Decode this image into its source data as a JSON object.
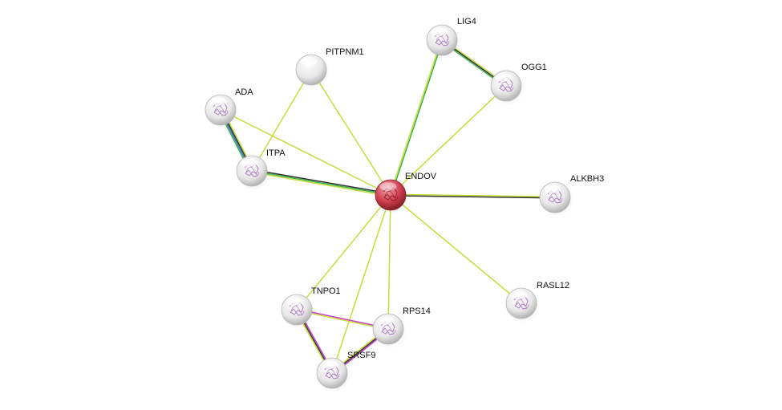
{
  "network": {
    "nodes": [
      {
        "id": "ENDOV",
        "label": "ENDOV",
        "query": true,
        "icon": "protein-structure-icon"
      },
      {
        "id": "LIG4",
        "label": "LIG4",
        "icon": "protein-structure-icon"
      },
      {
        "id": "OGG1",
        "label": "OGG1",
        "icon": "protein-structure-icon"
      },
      {
        "id": "PITPNM1",
        "label": "PITPNM1",
        "icon": "none"
      },
      {
        "id": "ADA",
        "label": "ADA",
        "icon": "protein-structure-icon"
      },
      {
        "id": "ITPA",
        "label": "ITPA",
        "icon": "protein-structure-icon"
      },
      {
        "id": "ALKBH3",
        "label": "ALKBH3",
        "icon": "protein-structure-icon"
      },
      {
        "id": "TNPO1",
        "label": "TNPO1",
        "icon": "protein-structure-icon"
      },
      {
        "id": "RPS14",
        "label": "RPS14",
        "icon": "protein-structure-icon"
      },
      {
        "id": "SRSF9",
        "label": "SRSF9",
        "icon": "protein-structure-icon"
      },
      {
        "id": "RASL12",
        "label": "RASL12",
        "icon": "protein-structure-icon"
      }
    ],
    "edges": [
      {
        "source": "ENDOV",
        "target": "LIG4",
        "evidence": [
          "textmining",
          "coexpression"
        ]
      },
      {
        "source": "ENDOV",
        "target": "OGG1",
        "evidence": [
          "textmining"
        ]
      },
      {
        "source": "ENDOV",
        "target": "PITPNM1",
        "evidence": [
          "textmining"
        ]
      },
      {
        "source": "ENDOV",
        "target": "ADA",
        "evidence": [
          "textmining"
        ]
      },
      {
        "source": "ENDOV",
        "target": "ITPA",
        "evidence": [
          "textmining",
          "coexpression",
          "black"
        ]
      },
      {
        "source": "ENDOV",
        "target": "ALKBH3",
        "evidence": [
          "textmining",
          "black"
        ]
      },
      {
        "source": "ENDOV",
        "target": "TNPO1",
        "evidence": [
          "textmining"
        ]
      },
      {
        "source": "ENDOV",
        "target": "RPS14",
        "evidence": [
          "textmining"
        ]
      },
      {
        "source": "ENDOV",
        "target": "SRSF9",
        "evidence": [
          "textmining"
        ]
      },
      {
        "source": "ENDOV",
        "target": "RASL12",
        "evidence": [
          "textmining"
        ]
      },
      {
        "source": "LIG4",
        "target": "OGG1",
        "evidence": [
          "textmining",
          "black",
          "coexpression"
        ]
      },
      {
        "source": "ADA",
        "target": "ITPA",
        "evidence": [
          "textmining",
          "black",
          "blue",
          "coexpression"
        ]
      },
      {
        "source": "PITPNM1",
        "target": "ITPA",
        "evidence": [
          "textmining"
        ]
      },
      {
        "source": "TNPO1",
        "target": "RPS14",
        "evidence": [
          "magenta",
          "textmining"
        ]
      },
      {
        "source": "TNPO1",
        "target": "SRSF9",
        "evidence": [
          "magenta",
          "black",
          "textmining"
        ]
      },
      {
        "source": "RPS14",
        "target": "SRSF9",
        "evidence": [
          "magenta",
          "black",
          "textmining"
        ]
      }
    ]
  },
  "colors": {
    "textmining": "#c8dc3c",
    "coexpression": "#3cb44b",
    "black": "#333333",
    "blue": "#3c78c8",
    "magenta": "#c83cc8",
    "query_node": "#d04050",
    "node": "#f2f2f2"
  }
}
